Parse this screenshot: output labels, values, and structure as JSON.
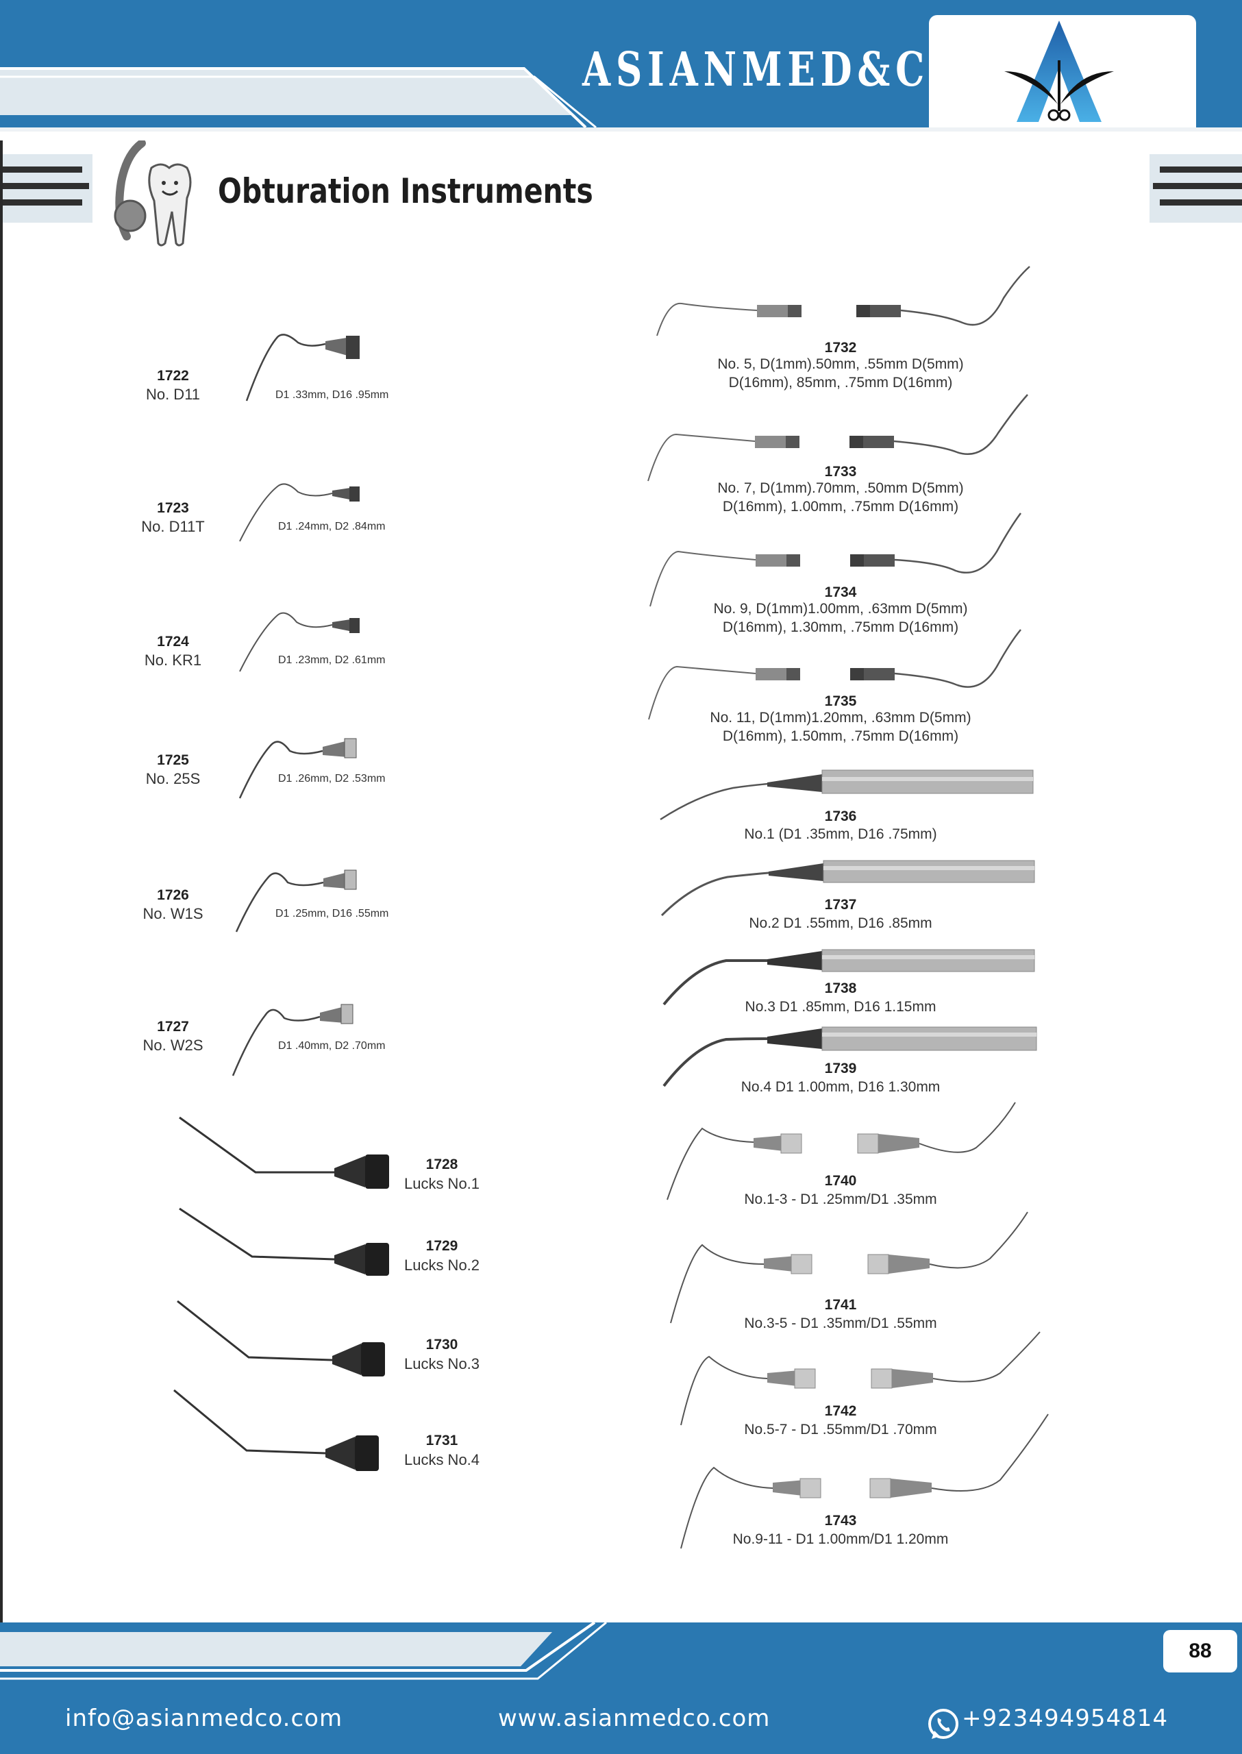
{
  "header": {
    "brand": "ASIANMED&CO",
    "logo_icon": "asianmed-logo-icon"
  },
  "title": {
    "text": "Obturation Instruments",
    "icon": "tooth-mascot-icon"
  },
  "left_items": [
    {
      "code": "1722",
      "name": "No. D11",
      "spec": "D1 .33mm, D16 .95mm"
    },
    {
      "code": "1723",
      "name": "No. D11T",
      "spec": "D1 .24mm, D2 .84mm"
    },
    {
      "code": "1724",
      "name": "No. KR1",
      "spec": "D1 .23mm, D2 .61mm"
    },
    {
      "code": "1725",
      "name": "No. 25S",
      "spec": "D1 .26mm, D2 .53mm"
    },
    {
      "code": "1726",
      "name": "No. W1S",
      "spec": "D1 .25mm, D16 .55mm"
    },
    {
      "code": "1727",
      "name": "No. W2S",
      "spec": "D1 .40mm, D2 .70mm"
    }
  ],
  "lucks_items": [
    {
      "code": "1728",
      "name": "Lucks No.1"
    },
    {
      "code": "1729",
      "name": "Lucks No.2"
    },
    {
      "code": "1730",
      "name": "Lucks No.3"
    },
    {
      "code": "1731",
      "name": "Lucks No.4"
    }
  ],
  "right_items": [
    {
      "code": "1732",
      "line1": "No. 5, D(1mm).50mm, .55mm D(5mm)",
      "line2": "D(16mm), 85mm, .75mm D(16mm)"
    },
    {
      "code": "1733",
      "line1": "No. 7, D(1mm).70mm, .50mm D(5mm)",
      "line2": "D(16mm), 1.00mm, .75mm D(16mm)"
    },
    {
      "code": "1734",
      "line1": "No. 9, D(1mm)1.00mm, .63mm D(5mm)",
      "line2": "D(16mm), 1.30mm, .75mm D(16mm)"
    },
    {
      "code": "1735",
      "line1": "No. 11, D(1mm)1.20mm, .63mm D(5mm)",
      "line2": "D(16mm), 1.50mm, .75mm D(16mm)"
    },
    {
      "code": "1736",
      "line1": "No.1 (D1 .35mm, D16 .75mm)"
    },
    {
      "code": "1737",
      "line1": "No.2 D1 .55mm, D16 .85mm"
    },
    {
      "code": "1738",
      "line1": "No.3 D1 .85mm, D16 1.15mm"
    },
    {
      "code": "1739",
      "line1": "No.4 D1 1.00mm, D16 1.30mm"
    },
    {
      "code": "1740",
      "line1": "No.1-3 - D1 .25mm/D1 .35mm"
    },
    {
      "code": "1741",
      "line1": "No.3-5 - D1 .35mm/D1 .55mm"
    },
    {
      "code": "1742",
      "line1": "No.5-7 - D1 .55mm/D1 .70mm"
    },
    {
      "code": "1743",
      "line1": "No.9-11 - D1 1.00mm/D1 1.20mm"
    }
  ],
  "footer": {
    "page_number": "88",
    "email": "info@asianmedco.com",
    "website": "www.asianmedco.com",
    "phone": "+923494954814",
    "phone_icon": "whatsapp-icon"
  },
  "colors": {
    "brand_blue": "#2a78b1",
    "stripe_light": "#dfe8ee",
    "metal_dark": "#3a3a3a",
    "metal_light": "#9a9a9a"
  }
}
